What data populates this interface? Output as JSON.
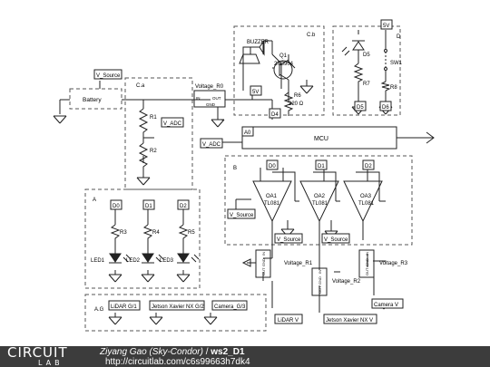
{
  "labels": {
    "battery": "Battery",
    "v_source_top": "V_Source",
    "section_ca": "C.a",
    "r1": "R1",
    "r2": "R2",
    "v_adc_box": "V_ADC",
    "v_adc_mcu": "V_ADC",
    "voltage_r0": "Voltage_R0",
    "vr0_in": "IN",
    "vr0_out": "OUT",
    "vr0_gnd": "GND",
    "net_5v_mid": "5V",
    "section_cb": "C.b",
    "buzzer": "BUZZER",
    "q1": "Q1",
    "q1_part": "2N3904",
    "r6": "R6",
    "r6_val": "220 Ω",
    "d4": "D4",
    "section_d": "D",
    "net_5v_d": "5V",
    "d5_label": "D5",
    "sw1": "SW1",
    "r7": "R7",
    "r8": "R8",
    "d5_pin": "D5",
    "d6_pin": "D6",
    "a0": "A0",
    "mcu": "MCU",
    "section_b": "B",
    "b_d0": "D0",
    "b_d1": "D1",
    "b_d2": "D2",
    "oa1": "OA1",
    "oa1_part": "TL081",
    "oa2": "OA2",
    "oa2_part": "TL081",
    "oa3": "OA3",
    "oa3_part": "TL081",
    "v_source_b1": "V_Source",
    "v_source_b2": "V_Source",
    "v_source_b3": "V_Source",
    "section_a": "A",
    "a_d0": "D0",
    "a_d1": "D1",
    "a_d2": "D2",
    "r3": "R3",
    "r4": "R4",
    "r5": "R5",
    "led1": "LED1",
    "led2": "LED2",
    "led3": "LED3",
    "voltage_r1": "Voltage_R1",
    "voltage_r2": "Voltage_R2",
    "voltage_r3": "Voltage_R3",
    "reg_gnd": "GND",
    "reg_in": "IN",
    "reg_out": "OUT",
    "lidar_v": "LiDAR V",
    "jetson_v": "Jetson Xavier NX V",
    "camera_v": "Camera V",
    "section_ag": "A.G",
    "lidar_g": "LiDAR G/1",
    "jetson_g": "Jetson Xavier NX G/2",
    "camera_g": "Camera_G/3"
  },
  "footer": {
    "logo_top": "CIRCUIT",
    "logo_bottom": "LAB",
    "author": "Ziyang Gao (Sky-Condor)",
    "separator": " / ",
    "project": "ws2_D1",
    "url": "http://circuitlab.com/c6s99663h7dk4"
  }
}
